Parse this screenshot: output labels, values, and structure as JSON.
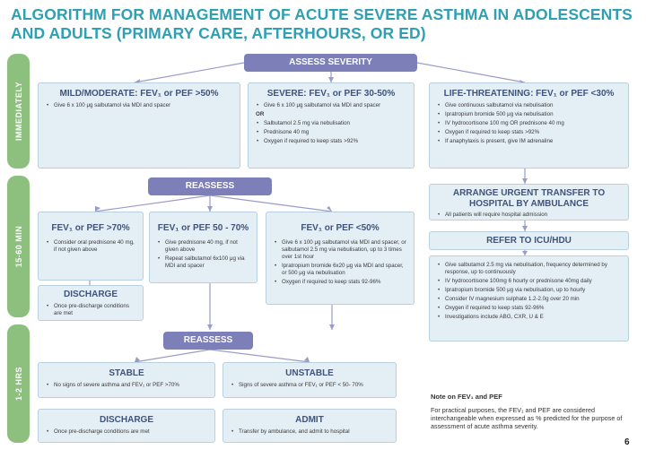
{
  "title_line1": "ALGORITHM FOR MANAGEMENT OF ACUTE SEVERE ASTHMA IN ADOLESCENTS",
  "title_line2": "AND ADULTS (PRIMARY CARE, AFTERHOURS, OR ED)",
  "side_labels": {
    "immediately": "IMMEDIATELY",
    "min15_60": "15-60 MIN",
    "hrs1_2": "1-2 HRS"
  },
  "assess_severity": "ASSESS SEVERITY",
  "mild": {
    "heading": "MILD/MODERATE: FEV₁ or PEF >50%",
    "items": [
      "Give 6 x 100 μg salbutamol via MDI and spacer"
    ]
  },
  "severe": {
    "heading": "SEVERE: FEV₁ or PEF 30-50%",
    "item1": "Give 6 x 100 μg salbutamol via MDI and spacer",
    "or": "OR",
    "items": [
      "Salbutamol 2.5 mg via nebulisation",
      "Prednisone 40 mg",
      "Oxygen if required to keep stats >92%"
    ]
  },
  "life": {
    "heading": "LIFE-THREATENING: FEV₁ or PEF <30%",
    "items": [
      "Give continuous salbutamol via nebulisation",
      "Ipratropium bromide 500 μg via nebulisation",
      "IV hydrocortisone 100 mg OR prednisone 40 mg",
      "Oxygen if required to keep stats >92%",
      "If anaphylaxis is present, give IM adrenaline"
    ]
  },
  "reassess1": "REASSESS",
  "transfer": {
    "heading": "ARRANGE URGENT TRANSFER TO HOSPITAL BY AMBULANCE",
    "items": [
      "All patients will require hospital admission"
    ]
  },
  "icu": {
    "heading": "REFER TO ICU/HDU",
    "items": [
      "Give salbutamol 2.5 mg via nebulisation, frequency determined by response, up to continuously",
      "IV hydrocortisone 100mg 6 hourly or prednisone 40mg daily",
      "Ipratropium bromide 500 μg via nebulisation, up to hourly",
      "Consider IV magnesium sulphate 1.2-2.0g over 20 min",
      "Oxygen if required to keep stats 92-96%",
      "Investigations include ABG, CXR, U & E"
    ]
  },
  "gt70": {
    "heading": "FEV₁ or PEF >70%",
    "items": [
      "Consider oral prednisone 40 mg, if not given above"
    ]
  },
  "mid": {
    "heading": "FEV₁ or PEF 50 - 70%",
    "items": [
      "Give prednisone 40 mg, if not given above",
      "Repeat salbutamol 6x100 μg via MDI and spacer"
    ]
  },
  "lt50": {
    "heading": "FEV₁ or PEF <50%",
    "items": [
      "Give 6 x 100 μg salbutamol via MDI and spacer, or salbutamol 2.5 mg via nebulisation, up to 3 times over 1st hour",
      "Ipratropium bromide 6x20 μg via MDI and spacer, or 500 μg via nebulisation",
      "Oxygen if required to keep stats 92-96%"
    ]
  },
  "discharge1": {
    "heading": "DISCHARGE",
    "items": [
      "Once pre-discharge conditions are met"
    ]
  },
  "reassess2": "REASSESS",
  "stable": {
    "heading": "STABLE",
    "items": [
      "No signs of severe asthma and FEV₁ or PEF >70%"
    ]
  },
  "unstable": {
    "heading": "UNSTABLE",
    "items": [
      "Signs of severe asthma or FEV₁ or PEF < 50- 70%"
    ]
  },
  "discharge2": {
    "heading": "DISCHARGE",
    "items": [
      "Once pre-discharge conditions are met"
    ]
  },
  "admit": {
    "heading": "ADMIT",
    "items": [
      "Transfer by ambulance, and admit to hospital"
    ]
  },
  "note": {
    "title": "Note on FEV₁ and PEF",
    "text": "For practical purposes, the FEV₁ and PEF are considered interchangeable when expressed as % predicted for the purpose of assessment of acute asthma severity."
  },
  "page_number": "6",
  "colors": {
    "title": "#2f9fb3",
    "side": "#8dc07f",
    "pill": "#7c7fb8",
    "box_fill": "#e3eef5",
    "heading": "#40537a"
  }
}
